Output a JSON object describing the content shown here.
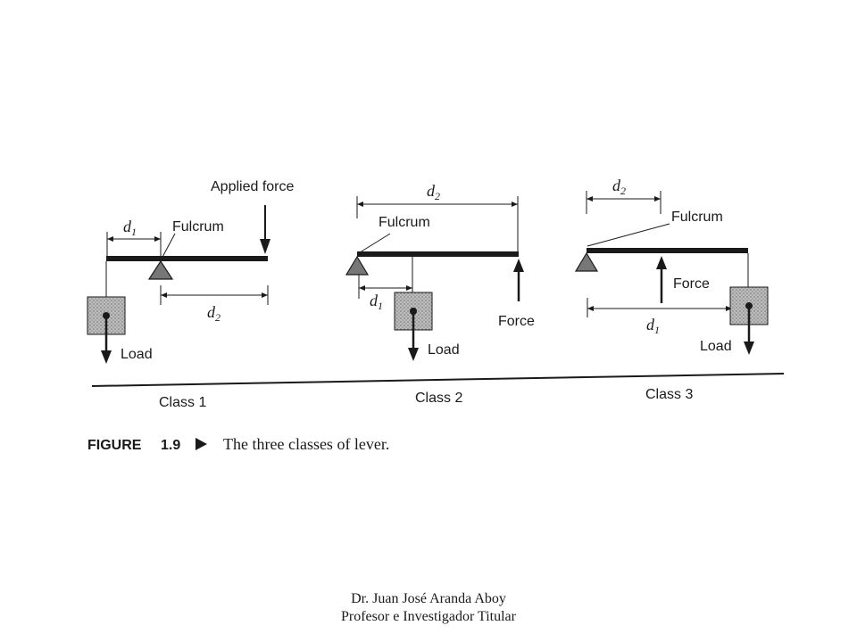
{
  "figure": {
    "class1": {
      "applied_force": "Applied force",
      "fulcrum": "Fulcrum",
      "load": "Load",
      "title": "Class 1"
    },
    "class2": {
      "fulcrum": "Fulcrum",
      "force": "Force",
      "load": "Load",
      "title": "Class 2"
    },
    "class3": {
      "fulcrum": "Fulcrum",
      "force": "Force",
      "load": "Load",
      "title": "Class 3"
    },
    "distance_labels": {
      "d": "d",
      "sub1": "1",
      "sub2": "2"
    },
    "caption": {
      "figure_label": "FIGURE",
      "figure_number": "1.9",
      "text": "The three classes of lever."
    }
  },
  "footer": {
    "line1": "Dr. Juan José Aranda Aboy",
    "line2": "Profesor e Investigador Titular"
  }
}
